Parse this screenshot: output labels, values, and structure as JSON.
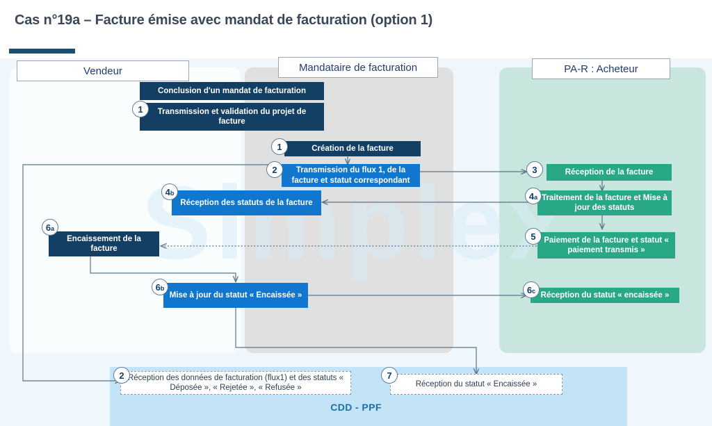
{
  "page": {
    "title": "Cas n°19a – Facture émise avec mandat de facturation (option 1)",
    "watermark": "Simplex",
    "accent_color": "#1b4f72"
  },
  "lanes": [
    {
      "id": "vendeur",
      "label": "Vendeur",
      "color": "#fafdfe"
    },
    {
      "id": "mandataire",
      "label": "Mandataire de facturation",
      "color": "#e0e0e0"
    },
    {
      "id": "par",
      "label": "PA-R : Acheteur",
      "color": "#c8e6dd"
    },
    {
      "id": "cdd",
      "label": "CDD - PPF",
      "color": "#c3e4f7"
    }
  ],
  "steps": [
    {
      "id": "conclusion",
      "bullet": "",
      "bullet_sub": "",
      "lane": "vendeur",
      "style": "navy",
      "text": "Conclusion d'un mandat de facturation"
    },
    {
      "id": "transmission-projet",
      "bullet": "1",
      "bullet_sub": "",
      "lane": "vendeur",
      "style": "navy",
      "text": "Transmission et validation du projet de facture"
    },
    {
      "id": "creation-facture",
      "bullet": "1",
      "bullet_sub": "",
      "lane": "mandataire",
      "style": "navy",
      "text": "Création de la facture"
    },
    {
      "id": "transmission-flux1",
      "bullet": "2",
      "bullet_sub": "",
      "lane": "mandataire",
      "style": "blue",
      "text": "Transmission du flux 1, de la facture et statut correspondant"
    },
    {
      "id": "reception-facture",
      "bullet": "3",
      "bullet_sub": "",
      "lane": "par",
      "style": "green",
      "text": "Réception de la facture"
    },
    {
      "id": "traitement-facture",
      "bullet": "4",
      "bullet_sub": "a",
      "lane": "par",
      "style": "green",
      "text": "Traitement de la facture et Mise à jour des statuts"
    },
    {
      "id": "reception-statuts",
      "bullet": "4",
      "bullet_sub": "b",
      "lane": "mandataire",
      "style": "blue",
      "text": "Réception des statuts de la facture"
    },
    {
      "id": "paiement-facture",
      "bullet": "5",
      "bullet_sub": "",
      "lane": "par",
      "style": "green",
      "text": "Paiement de la facture et statut « paiement transmis »"
    },
    {
      "id": "encaissement-facture",
      "bullet": "6",
      "bullet_sub": "a",
      "lane": "vendeur",
      "style": "navy",
      "text": "Encaissement de la facture"
    },
    {
      "id": "mise-a-jour-statut",
      "bullet": "6",
      "bullet_sub": "b",
      "lane": "mandataire",
      "style": "blue",
      "text": "Mise à jour du statut « Encaissée »"
    },
    {
      "id": "reception-statut-encaissee-par",
      "bullet": "6",
      "bullet_sub": "c",
      "lane": "par",
      "style": "green",
      "text": "Réception du statut « encaissée »"
    },
    {
      "id": "reception-donnees-facturation",
      "bullet": "2",
      "bullet_sub": "",
      "lane": "cdd",
      "style": "ghost",
      "text": "Réception des données de facturation (flux1) et des statuts « Déposée », « Rejetée », « Refusée »"
    },
    {
      "id": "reception-statut-encaissee-cdd",
      "bullet": "7",
      "bullet_sub": "",
      "lane": "cdd",
      "style": "ghost",
      "text": "Réception du statut « Encaissée »"
    }
  ],
  "colors": {
    "navy": "#123f63",
    "blue": "#1176ce",
    "green": "#29a888",
    "connector": "#5a7487",
    "connector_dotted": "#5a7487"
  }
}
